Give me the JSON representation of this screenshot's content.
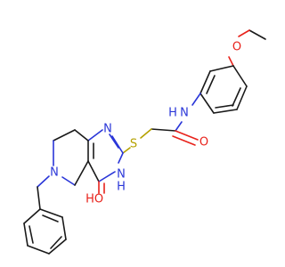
{
  "diagram": {
    "type": "chemical-structure",
    "atom_labels": {
      "methoxy_o": "O",
      "amide_nh": "N",
      "amide_nh_h": "H",
      "amide_o": "O",
      "sulfur": "S",
      "ring_n1": "N",
      "ring_n3": "N",
      "ring_nh_h": "H",
      "ring_n6": "N",
      "keto_o": "O",
      "keto_o_h": "H"
    },
    "colors": {
      "bond": "#1a1a1a",
      "oxygen": "#e8221b",
      "nitrogen": "#2a36d8",
      "sulfur": "#b5a100"
    }
  }
}
